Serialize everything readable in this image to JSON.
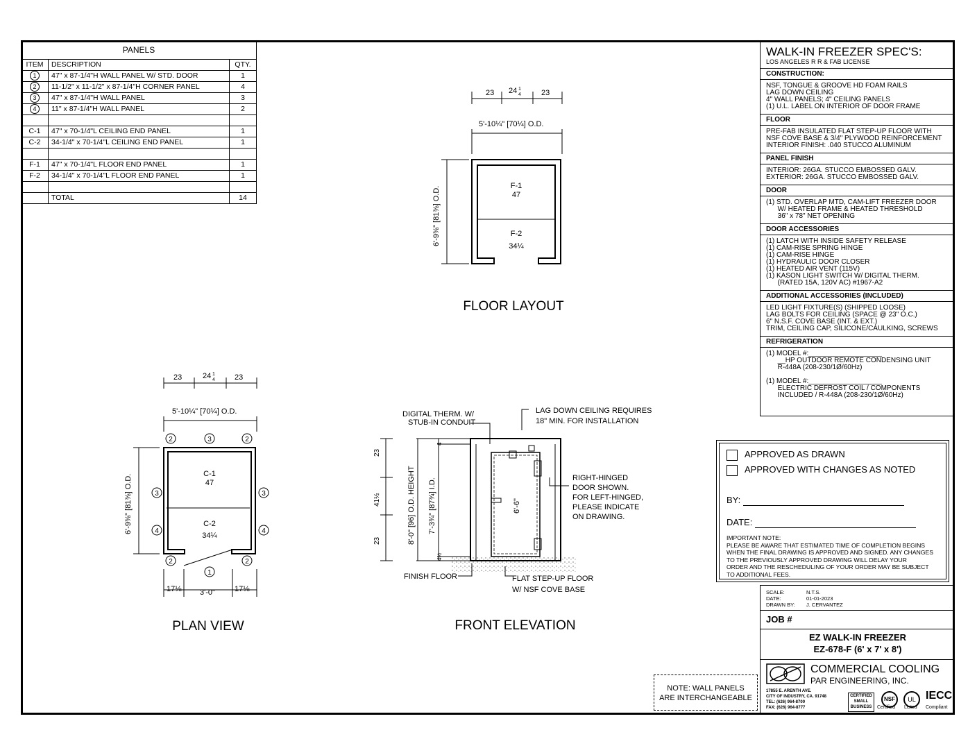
{
  "panels_table": {
    "title": "PANELS",
    "headers": {
      "item": "ITEM",
      "description": "DESCRIPTION",
      "qty": "QTY."
    },
    "rows": [
      {
        "item": "1",
        "circled": true,
        "description": "47\" x 87-1/4\"H WALL PANEL W/ STD. DOOR",
        "qty": "1"
      },
      {
        "item": "2",
        "circled": true,
        "description": "11-1/2\" x 11-1/2\" x 87-1/4\"H CORNER PANEL",
        "qty": "4"
      },
      {
        "item": "3",
        "circled": true,
        "description": "47\" x 87-1/4\"H WALL PANEL",
        "qty": "3"
      },
      {
        "item": "4",
        "circled": true,
        "description": "11\" x 87-1/4\"H WALL PANEL",
        "qty": "2"
      },
      {
        "item": "",
        "circled": false,
        "description": "",
        "qty": ""
      },
      {
        "item": "C-1",
        "circled": false,
        "description": "47\" x 70-1/4\"L CEILING END PANEL",
        "qty": "1"
      },
      {
        "item": "C-2",
        "circled": false,
        "description": "34-1/4\" x 70-1/4\"L CEILING END PANEL",
        "qty": "1"
      },
      {
        "item": "",
        "circled": false,
        "description": "",
        "qty": ""
      },
      {
        "item": "F-1",
        "circled": false,
        "description": "47\" x 70-1/4\"L FLOOR END PANEL",
        "qty": "1"
      },
      {
        "item": "F-2",
        "circled": false,
        "description": "34-1/4\" x 70-1/4\"L FLOOR END PANEL",
        "qty": "1"
      },
      {
        "item": "",
        "circled": false,
        "description": "",
        "qty": ""
      },
      {
        "item": "",
        "circled": false,
        "description": "TOTAL",
        "qty": "14"
      }
    ]
  },
  "specs": {
    "title": "WALK-IN FREEZER SPEC'S:",
    "subtitle": "LOS ANGELES R R & FAB LICENSE",
    "sections": [
      {
        "heading": "CONSTRUCTION:",
        "body": "NSF, TONGUE & GROOVE HD FOAM RAILS\nLAG DOWN CEILING\n4\" WALL PANELS; 4\" CEILING PANELS\n(1) U.L. LABEL ON INTERIOR OF DOOR FRAME"
      },
      {
        "heading": "FLOOR",
        "body": "PRE-FAB INSULATED FLAT STEP-UP FLOOR WITH\nNSF COVE BASE & 3/4\" PLYWOOD REINFORCEMENT\nINTERIOR FINISH: .040 STUCCO ALUMINUM"
      },
      {
        "heading": "PANEL FINISH",
        "body": "INTERIOR: 26GA. STUCCO EMBOSSED GALV.\nEXTERIOR: 26GA. STUCCO EMBOSSED GALV."
      },
      {
        "heading": "DOOR",
        "body": "(1) STD. OVERLAP MTD, CAM-LIFT FREEZER DOOR\n      W/ HEATED FRAME & HEATED THRESHOLD\n      36\" x 78\" NET OPENING"
      },
      {
        "heading": "DOOR ACCESSORIES",
        "body": "(1) LATCH WITH INSIDE SAFETY RELEASE\n(1) CAM-RISE SPRING HINGE\n(1) CAM-RISE HINGE\n(1) HYDRAULIC DOOR CLOSER\n(1) HEATED AIR VENT (115V)\n(1) KASON LIGHT SWITCH W/ DIGITAL THERM.\n      (RATED 15A, 120V AC) #1967-A2"
      },
      {
        "heading": "ADDITIONAL ACCESSORIES (INCLUDED)",
        "body": "LED LIGHT FIXTURE(S) (SHIPPED LOOSE)\nLAG BOLTS FOR CEILING (SPACE @ 23\" O.C.)\n6\" N.S.F. COVE BASE (INT. & EXT.)\nTRIM, CEILING CAP, SILICONE/CAULKING, SCREWS"
      },
      {
        "heading": "REFRIGERATION",
        "body": "(1) MODEL #:___________________\n      __HP OUTDOOR REMOTE CONDENSING UNIT\n      R-448A (208-230/1Ø/60Hz)\n\n(1) MODEL #:___________________\n      ELECTRIC DEFROST COIL / COMPONENTS\n      INCLUDED / R-448A (208-230/1Ø/60Hz)"
      }
    ]
  },
  "approval": {
    "approved": "APPROVED AS DRAWN",
    "approved_changes": "APPROVED WITH CHANGES AS NOTED",
    "by": "BY:",
    "date": "DATE:",
    "note": "IMPORTANT NOTE:\nPLEASE BE AWARE THAT ESTIMATED TIME OF COMPLETION BEGINS\nWHEN THE FINAL DRAWING IS APPROVED AND SIGNED. ANY CHANGES\nTO THE PREVIOUSLY APPROVED DRAWING WILL DELAY YOUR\nORDER AND THE RESCHEDULING OF YOUR ORDER MAY BE SUBJECT\nTO ADDITIONAL FEES."
  },
  "title_block": {
    "scale_label": "SCALE:",
    "scale": "N.T.S.",
    "date_label": "DATE:",
    "date": "01-01-2023",
    "drawn_label": "DRAWN BY:",
    "drawn": "J. CERVANTEZ",
    "job": "JOB #",
    "name1": "EZ WALK-IN FREEZER",
    "name2": "EZ-678-F  (6' x 7' x 8')",
    "company1": "COMMERCIAL COOLING",
    "company2": "PAR ENGINEERING, INC.",
    "address": [
      "17855 E. ARENTH AVE.",
      "CITY OF INDUSTRY, CA. 91748",
      "TEL: (626) 964-8700",
      "FAX: (626) 964-8777"
    ],
    "badges": {
      "small_business": [
        "CERTIFIED",
        "SMALL",
        "BUSINESS"
      ],
      "nsf": "NSF",
      "nsf_caption": "Certified",
      "ul": "UL",
      "ul_caption": "Listed",
      "iecc": "IECC",
      "iecc_caption": "Compliant"
    }
  },
  "wall_note": [
    "NOTE: WALL PANELS",
    "ARE INTERCHANGEABLE"
  ],
  "views": {
    "floor_layout": "FLOOR LAYOUT",
    "plan_view": "PLAN VIEW",
    "front_elevation": "FRONT ELEVATION"
  },
  "floor_layout": {
    "dim_left": "23",
    "dim_mid": "24",
    "dim_mid_frac": [
      "1",
      "4"
    ],
    "dim_right": "23",
    "width": "5'-10¼\" [70¼] O.D.",
    "depth": "6'-9⅜\" [81⅜] O.D.",
    "f1": "F-1",
    "f1_w": "47",
    "f2": "F-2",
    "f2_w": "34¼"
  },
  "plan": {
    "dim_left": "23",
    "dim_mid": "24",
    "dim_mid_frac": [
      "1",
      "4"
    ],
    "dim_right": "23",
    "width": "5'-10¼\" [70¼] O.D.",
    "depth": "6'-9⅜\" [81⅜] O.D.",
    "c1": "C-1",
    "c1_w": "47",
    "c2": "C-2",
    "c2_w": "34¼",
    "bottom_left": "17⅛",
    "door_width": "3'-0\"",
    "bottom_right": "17⅛",
    "callouts": [
      "2",
      "3",
      "2",
      "3",
      "3",
      "4",
      "4",
      "2",
      "2",
      "1"
    ]
  },
  "elevation": {
    "thermo": [
      "DIGITAL THERM. W/",
      "STUB-IN CONDUIT"
    ],
    "ceiling": [
      "LAG DOWN CEILING REQUIRES",
      "18\" MIN. FOR INSTALLATION"
    ],
    "hinge": [
      "RIGHT-HINGED",
      "DOOR SHOWN.",
      "FOR LEFT-HINGED,",
      "PLEASE INDICATE",
      "ON DRAWING."
    ],
    "finish_floor": "FINISH FLOOR",
    "step_floor": [
      "FLAT STEP-UP FLOOR",
      "W/ NSF COVE BASE"
    ],
    "od_height": "8'-0\" [96] O.D. HEIGHT",
    "id_height": "7'-3¾\" [87¾] I.D.",
    "door_height": "6'-6\"",
    "dims_left": [
      "23",
      "41½",
      "23"
    ],
    "top_gap": "4",
    "bottom_gap": "4½"
  }
}
